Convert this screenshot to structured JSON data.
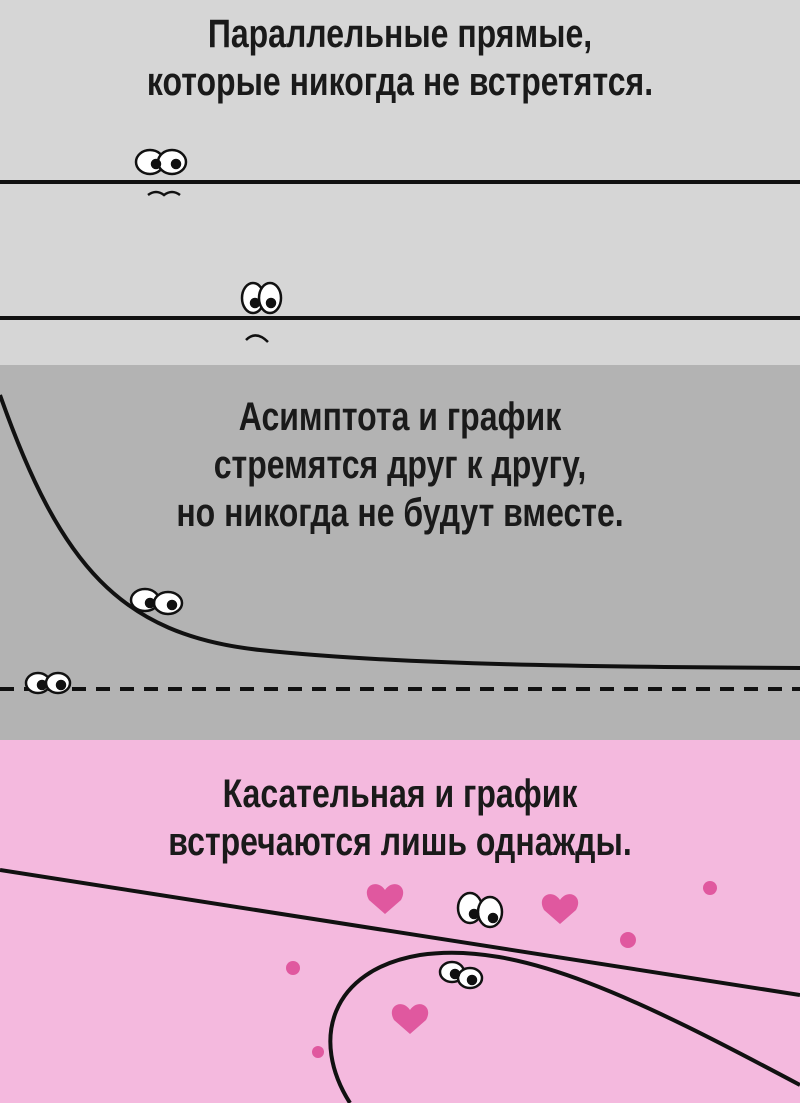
{
  "panels": [
    {
      "caption": [
        "Параллельные прямые,",
        "которые никогда не встретятся."
      ]
    },
    {
      "caption": [
        "Асимптота и график",
        "стремятся друг к другу,",
        "но никогда не будут вместе."
      ]
    },
    {
      "caption": [
        "Касательная и график",
        "встречаются лишь однажды."
      ]
    }
  ],
  "colors": {
    "panel1": "#d6d6d6",
    "panel2": "#b3b3b3",
    "panel3": "#f4b9de",
    "heart": "#e0589f",
    "line": "#111111"
  }
}
